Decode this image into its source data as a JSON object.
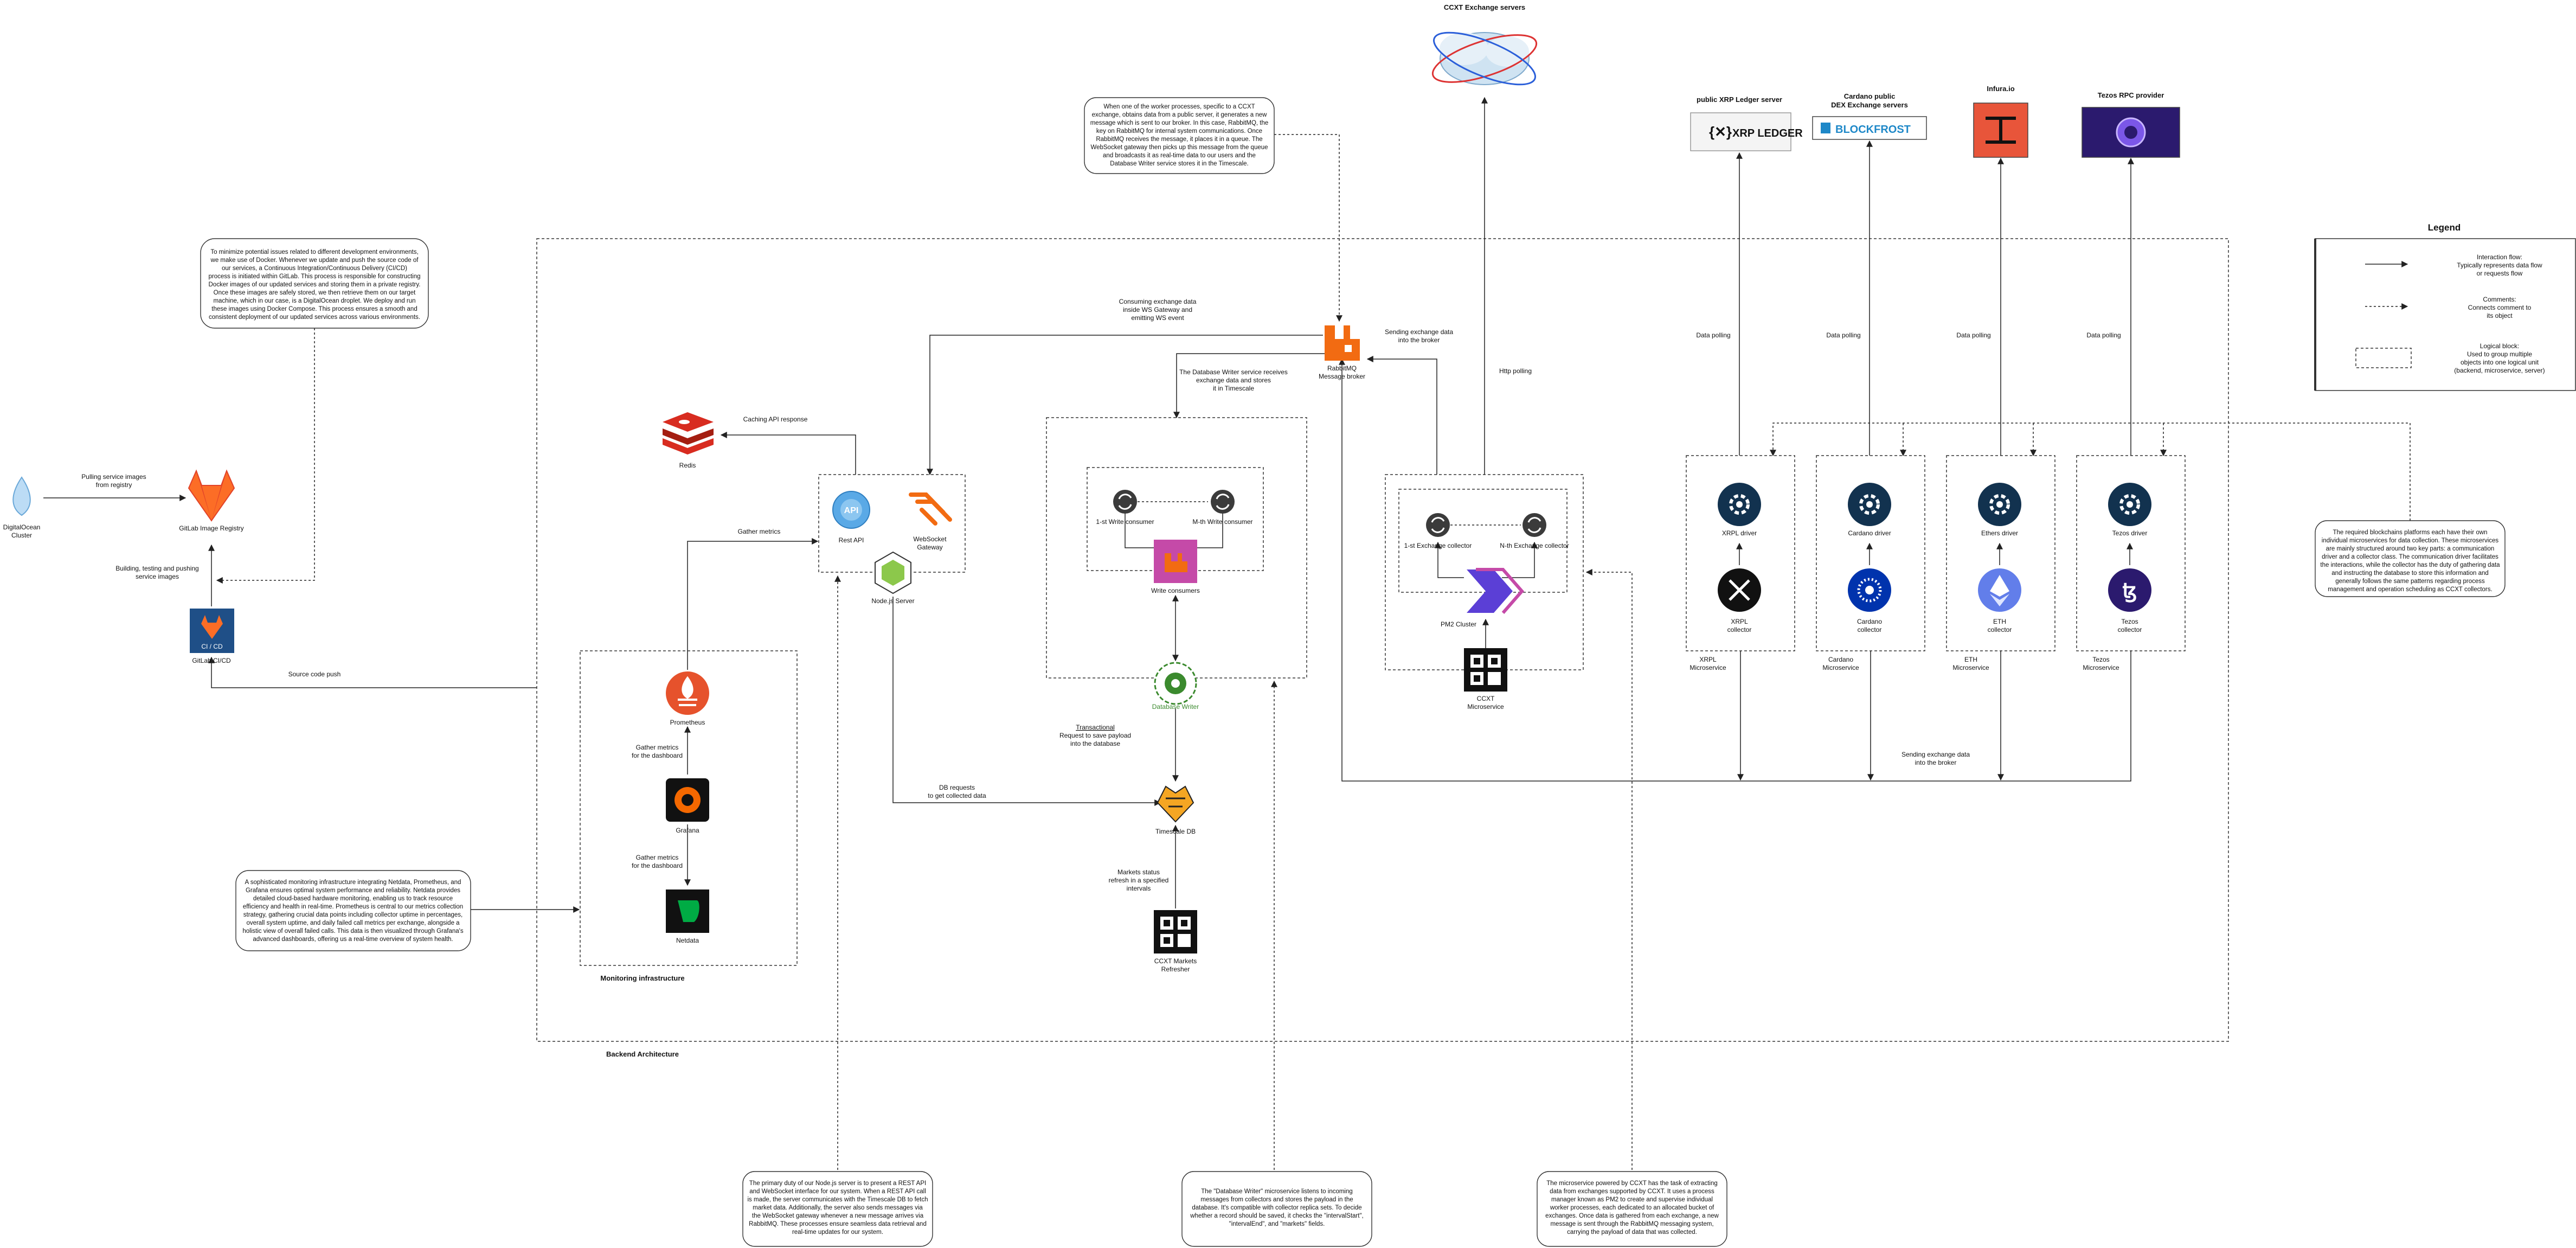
{
  "colors": {
    "rabbitmq": "#f26b12",
    "prometheus": "#e6522c",
    "redis": "#d82c20",
    "driver": "#12324f",
    "gitlab": "#fc6d26",
    "cicd": "#1f4f87",
    "cardano": "#0033ad",
    "ethereum": "#627eea",
    "infura": "#e8553a",
    "tezos_bg": "#2b1a6e"
  },
  "top": {
    "ccxt_servers": "CCXT Exchange servers",
    "xrp_title": "public XRP Ledger server",
    "xrp_logo": "XRP LEDGER",
    "cardano_title_1": "Cardano public",
    "cardano_title_2": "DEX Exchange servers",
    "blockfrost_logo": "BLOCKFROST",
    "infura_title": "Infura.io",
    "tezos_title": "Tezos RPC provider"
  },
  "nodes": {
    "rabbitmq_1": "RabbitMQ",
    "rabbitmq_2": "Message broker",
    "redis": "Redis",
    "rest_api": "Rest API",
    "ws_gateway_1": "WebSocket",
    "ws_gateway_2": "Gateway",
    "node_server": "Node.js Server",
    "write_consumer_1": "1-st Write consumer",
    "write_consumer_n": "M-th Write consumer",
    "write_consumers": "Write consumers",
    "db_writer": "Database Writer",
    "timescale": "Timescale DB",
    "markets_refresher_1": "CCXT Markets",
    "markets_refresher_2": "Refresher",
    "exchange_collector_1": "1-st Exchange collector",
    "exchange_collector_n": "N-th Exchange collector",
    "pm2": "PM2 Cluster",
    "ccxt_micro_1": "CCXT",
    "ccxt_micro_2": "Microservice",
    "prometheus": "Prometheus",
    "grafana": "Grafana",
    "netdata": "Netdata",
    "do_cluster_1": "DigitalOcean",
    "do_cluster_2": "Cluster",
    "gitlab_registry": "GitLab Image Registry",
    "gitlab_ci": "GitLab CI/CD",
    "ci_badge": "CI / CD",
    "xrpl_driver": "XRPL driver",
    "xrpl_collector_1": "XRPL",
    "xrpl_collector_2": "collector",
    "xrpl_micro_1": "XRPL",
    "xrpl_micro_2": "Microservice",
    "cardano_driver": "Cardano driver",
    "cardano_collector_1": "Cardano",
    "cardano_collector_2": "collector",
    "cardano_micro_1": "Cardano",
    "cardano_micro_2": "Microservice",
    "ethers_driver": "Ethers driver",
    "eth_collector_1": "ETH",
    "eth_collector_2": "collector",
    "eth_micro_1": "ETH",
    "eth_micro_2": "Microservice",
    "tezos_driver": "Tezos driver",
    "tezos_collector_1": "Tezos",
    "tezos_collector_2": "collector",
    "tezos_micro_1": "Tezos",
    "tezos_micro_2": "Microservice"
  },
  "edges": {
    "pulling_1": "Pulling service images",
    "pulling_2": "from registry",
    "building_1": "Building, testing and pushing",
    "building_2": "service images",
    "source_push": "Source code push",
    "caching": "Caching API response",
    "gather_metrics": "Gather metrics",
    "gather_dash_1a": "Gather metrics",
    "gather_dash_1b": "for the dashboard",
    "gather_dash_2a": "Gather metrics",
    "gather_dash_2b": "for the dashboard",
    "consuming_1": "Consuming exchange data",
    "consuming_2": "inside WS Gateway and",
    "consuming_3": "emitting WS event",
    "dbw_receives_1": "The Database Writer service receives",
    "dbw_receives_2": "exchange data and stores",
    "dbw_receives_3": "it in Timescale",
    "sending_broker_1": "Sending exchange data",
    "sending_broker_2": "into the broker",
    "http_polling": "Http polling",
    "data_polling": "Data polling",
    "transactional_1": "Transactional",
    "transactional_2": "Request to save payload",
    "transactional_3": "into the database",
    "db_requests_1": "DB requests",
    "db_requests_2": "to get collected data",
    "markets_status_1": "Markets status",
    "markets_status_2": "refresh in a specified",
    "markets_status_3": "intervals",
    "sending_bottom_1": "Sending exchange data",
    "sending_bottom_2": "into the broker"
  },
  "groups": {
    "monitoring": "Monitoring infrastructure",
    "backend": "Backend Architecture"
  },
  "legend": {
    "title": "Legend",
    "flow_1": "Interaction flow:",
    "flow_2": "Typically represents data flow",
    "flow_3": "or requests flow",
    "comment_1": "Comments:",
    "comment_2": "Connects comment to",
    "comment_3": "its object",
    "logical_1": "Logical block:",
    "logical_2": "Used to group multiple",
    "logical_3": "objects into one logical unit",
    "logical_4": "(backend, microservice, server)"
  },
  "notes": {
    "ccxt_note": [
      "When one of the worker processes, specific to a CCXT",
      "exchange, obtains data from a public server, it generates a new",
      "message which is sent to our broker. In this case, RabbitMQ, the",
      "key on RabbitMQ for internal system communications. Once",
      "RabbitMQ receives the message, it places it in a queue. The",
      "WebSocket gateway then picks up this message from the queue",
      "and broadcasts it as real-time data to our users and the",
      "Database Writer service stores it in the Timescale."
    ],
    "cicd_note": [
      "To minimize potential issues related to different development environments,",
      "we make use of Docker. Whenever we update and push the source code of",
      "our services, a Continuous Integration/Continuous Delivery (CI/CD)",
      "process is initiated within GitLab. This process is responsible for constructing",
      "Docker images of our updated services and storing them in a private registry.",
      "Once these images are safely stored, we then retrieve them on our target",
      "machine, which in our case, is a DigitalOcean droplet. We deploy and run",
      "these images using Docker Compose. This process ensures a smooth and",
      "consistent deployment of our updated services across various environments."
    ],
    "monitoring_note": [
      "A sophisticated monitoring infrastructure integrating Netdata, Prometheus, and",
      "Grafana ensures optimal system performance and reliability. Netdata provides",
      "detailed cloud-based hardware monitoring, enabling us to track resource",
      "efficiency and health in real-time. Prometheus is central to our metrics collection",
      "strategy, gathering crucial data points including collector uptime in percentages,",
      "overall system uptime, and daily failed call metrics per exchange, alongside a",
      "holistic view of overall failed calls. This data is then visualized through Grafana's",
      "advanced dashboards, offering us a real-time overview of system health."
    ],
    "node_note": [
      "The primary duty of our Node.js server is to present a REST API",
      "and WebSocket interface for our system. When a REST API call",
      "is made, the server communicates with the Timescale DB to fetch",
      "market data. Additionally, the server also sends messages via",
      "the WebSocket gateway whenever a new message arrives via",
      "RabbitMQ. These processes ensure seamless data retrieval and",
      "real-time updates for our system."
    ],
    "dbw_note": [
      "The \"Database Writer\" microservice listens to incoming",
      "messages from collectors and stores the payload in the",
      "database. It's compatible with collector replica sets. To decide",
      "whether a record should be saved, it checks the \"intervalStart\",",
      "\"intervalEnd\", and \"markets\" fields."
    ],
    "ccxt_micro_note": [
      "The microservice powered by CCXT has the task of extracting",
      "data from exchanges supported by CCXT. It uses a process",
      "manager known as PM2 to create and supervise individual",
      "worker processes, each dedicated to an allocated bucket of",
      "exchanges. Once data is gathered from each exchange, a new",
      "message is sent through the RabbitMQ messaging system,",
      "carrying the payload of data that was collected."
    ],
    "blockchain_note": [
      "The required blockchains platforms each have their own",
      "individual microservices for data collection. These microservices",
      "are mainly structured around two key parts: a communication",
      "driver and a collector class. The communication driver facilitates",
      "the interactions, while the collector has the duty of gathering data",
      "and instructing the database to store this information and",
      "generally follows the same patterns regarding process",
      "management and operation scheduling as CCXT collectors."
    ]
  }
}
